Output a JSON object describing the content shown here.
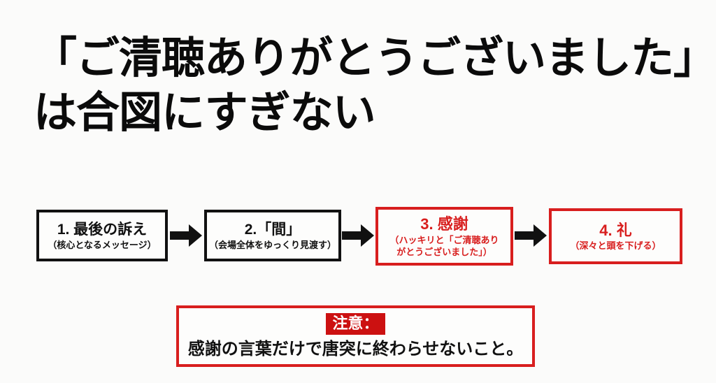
{
  "slide": {
    "background_color": "#fbfbfa",
    "accent_red": "#d81e1e",
    "tag_red": "#cc1111",
    "ink_black": "#111111"
  },
  "title": {
    "line1": "「ご清聴ありがとうございました」",
    "line2": "は合図にすぎない"
  },
  "flow": {
    "steps": [
      {
        "title": "1. 最後の訴え",
        "sub_line1": "（核心となるメッセージ）",
        "sub_line2": "",
        "color": "black"
      },
      {
        "title": "2.「間」",
        "sub_line1": "（会場全体をゆっくり見渡す）",
        "sub_line2": "",
        "color": "black"
      },
      {
        "title": "3. 感謝",
        "sub_line1": "（ハッキリと「ご清聴あり",
        "sub_line2": "がとうございました」）",
        "color": "red"
      },
      {
        "title": "4. 礼",
        "sub_line1": "（深々と頭を下げる）",
        "sub_line2": "",
        "color": "red"
      }
    ],
    "arrow_icon": "arrow-right-icon"
  },
  "caution": {
    "tag": "注意：",
    "text": "感謝の言葉だけで唐突に終わらせないこと。"
  }
}
